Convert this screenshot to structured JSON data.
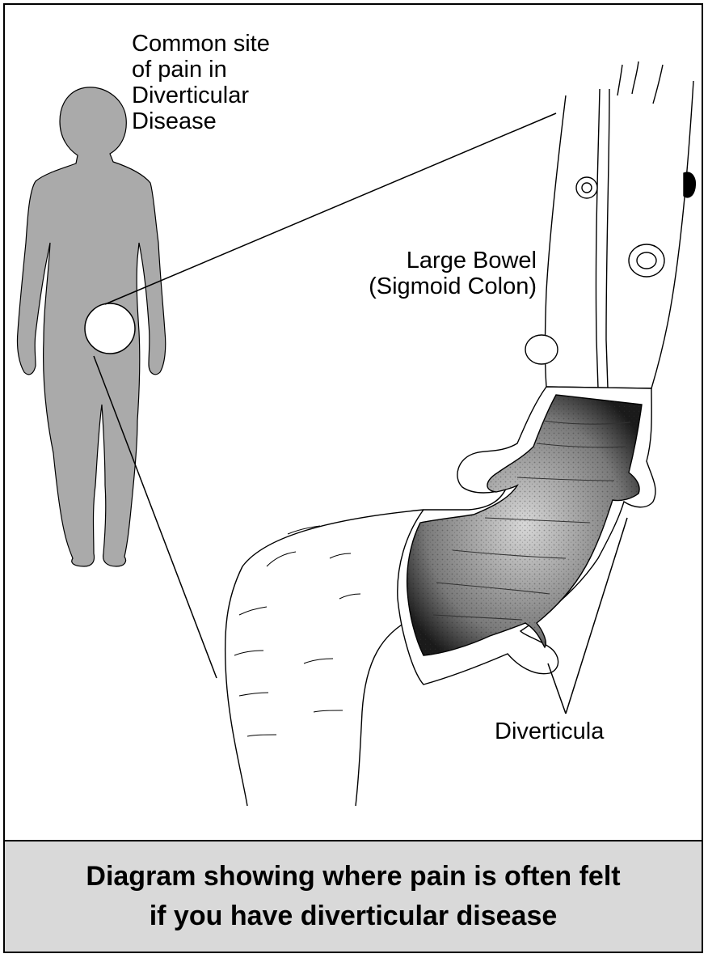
{
  "labels": {
    "pain_site": [
      "Common site",
      "of pain in",
      "Diverticular",
      "Disease"
    ],
    "bowel": [
      "Large Bowel",
      "(Sigmoid Colon)"
    ],
    "diverticula": "Diverticula"
  },
  "caption": {
    "line1": "Diagram showing where pain is often felt",
    "line2": "if you have diverticular disease"
  },
  "colors": {
    "figure_fill": "#aaaaaa",
    "caption_bg": "#d9d9d9",
    "ink": "#000000"
  },
  "icons": {
    "figure": "human-silhouette",
    "pain_marker": "circle-highlight",
    "colon": "sigmoid-colon-illustration"
  }
}
